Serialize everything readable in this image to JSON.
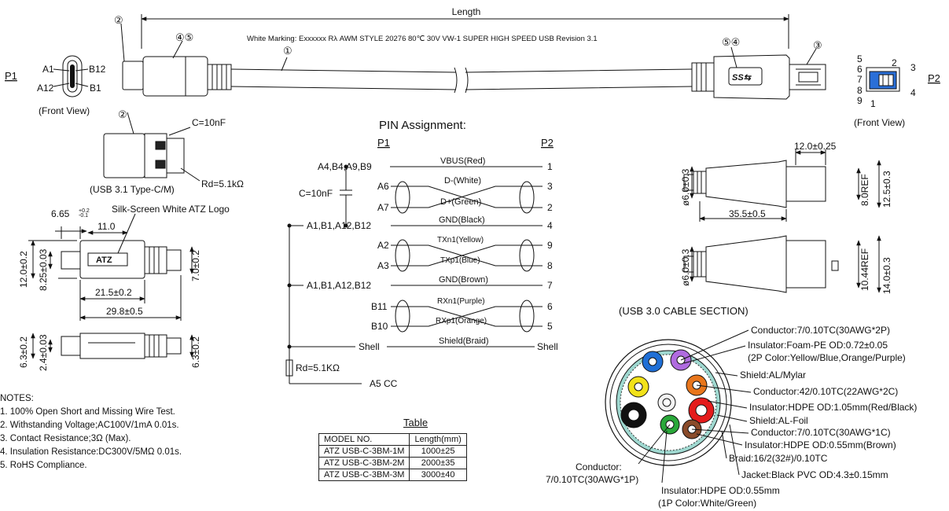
{
  "top": {
    "length_label": "Length",
    "marking": "White Marking: Exxxxxx Rλ AWM STYLE 20276 80℃ 30V VW-1 SUPER HIGH SPEED USB Revision 3.1",
    "callouts": [
      "①",
      "②",
      "③",
      "④⑤",
      "⑤④"
    ],
    "p1_label": "P1",
    "p2_label": "P2",
    "p1_pins": [
      "A1",
      "A12",
      "B12",
      "B1"
    ],
    "p2_pins": [
      "1",
      "2",
      "3",
      "4",
      "5",
      "6",
      "7",
      "8",
      "9"
    ],
    "front_view": "(Front View)",
    "usb_logo": "SS⇆"
  },
  "left_views": {
    "connector_label": "(USB 3.1 Type-C/M)",
    "cap": "C=10nF",
    "resistor": "Rd=5.1kΩ",
    "silk": "Silk-Screen White ATZ Logo",
    "logo": "ATZ",
    "dims": {
      "d665": "6.65",
      "d665_tol_plus": "+0.2",
      "d665_tol_minus": "-0.1",
      "d110": "11.0",
      "d120": "12.0±0.2",
      "d825": "8.25±0.03",
      "d70": "7.0±0.2",
      "d215": "21.5±0.2",
      "d298": "29.8±0.5",
      "d63a": "6.3±0.2",
      "d24": "2.4±0.03",
      "d63b": "6.3±0.2"
    }
  },
  "notes": {
    "title": "NOTES:",
    "items": [
      "1. 100% Open Short and Missing Wire Test.",
      "2. Withstanding Voltage;AC100V/1mA 0.01s.",
      "3. Contact Resistance;3Ω (Max).",
      "4. Insulation Resistance:DC300V/5MΩ 0.01s.",
      "5. RoHS Compliance."
    ]
  },
  "pin": {
    "title": "PIN Assignment:",
    "p1": "P1",
    "p2": "P2",
    "cap": "C=10nF",
    "rd": "Rd=5.1KΩ",
    "a5": "A5  CC",
    "left": [
      "A4,B4,A9,B9",
      "A6",
      "A7",
      "A1,B1,A12,B12",
      "A2",
      "A3",
      "A1,B1,A12,B12",
      "B11",
      "B10",
      "Shell"
    ],
    "right": [
      "1",
      "3",
      "2",
      "4",
      "9",
      "8",
      "7",
      "6",
      "5",
      "Shell"
    ],
    "wires": [
      "VBUS(Red)",
      "D-(White)",
      "D+(Green)",
      "GND(Black)",
      "TXn1(Yellow)",
      "TXp1(Blue)",
      "GND(Brown)",
      "RXn1(Purple)",
      "RXp1(Orange)",
      "Shield(Braid)"
    ]
  },
  "table": {
    "title": "Table",
    "headers": [
      "MODEL NO.",
      "Length(mm)"
    ],
    "rows": [
      [
        "ATZ USB-C-3BM-1M",
        "1000±25"
      ],
      [
        "ATZ USB-C-3BM-2M",
        "2000±35"
      ],
      [
        "ATZ USB-C-3BM-3M",
        "3000±40"
      ]
    ]
  },
  "right_views": {
    "d120": "12.0±0.25",
    "d60a": "ø6.0±0.3",
    "d80": "8.0REF",
    "d125": "12.5±0.3",
    "d355": "35.5±0.5",
    "d60b": "ø6.0±0.3",
    "d1044": "10.44REF",
    "d140": "14.0±0.3"
  },
  "section": {
    "title": "(USB 3.0 CABLE SECTION)",
    "labels": [
      "Conductor:7/0.10TC(30AWG*2P)",
      "Insulator:Foam-PE OD:0.72±0.05",
      "(2P Color:Yellow/Blue,Orange/Purple)",
      "Shield:AL/Mylar",
      "Conductor:42/0.10TC(22AWG*2C)",
      "Insulator:HDPE OD:1.05mm(Red/Black)",
      "Shield:AL-Foil",
      "Conductor:7/0.10TC(30AWG*1C)",
      "Insulator:HDPE OD:0.55mm(Brown)",
      "Braid:16/2(32#)/0.10TC",
      "Jacket:Black PVC OD:4.3±0.15mm"
    ],
    "conductor_left": [
      "Conductor:",
      "7/0.10TC(30AWG*1P)"
    ],
    "insulator_bottom": [
      "Insulator:HDPE OD:0.55mm",
      "(1P Color:White/Green)"
    ],
    "colors": {
      "blue": "#1f6fd6",
      "purple": "#b06be0",
      "orange": "#e8761c",
      "yellow": "#f2e21a",
      "red": "#e41c1c",
      "black": "#111111",
      "white": "#f4f4f4",
      "green": "#2aa83a",
      "brown": "#8a4b2a",
      "shield": "#9fd8d0"
    }
  }
}
